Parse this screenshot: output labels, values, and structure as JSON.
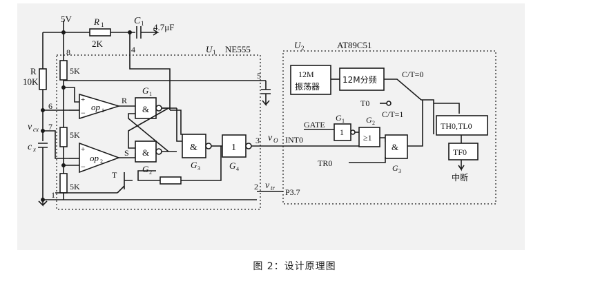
{
  "caption": "图 2：设计原理图",
  "circuit": {
    "supply": "5V",
    "R1_name": "R",
    "R1_sub": "1",
    "R1_value": "2K",
    "C1_name": "C",
    "C1_sub": "1",
    "C1_value": "4.7μF",
    "R_name": "R",
    "R_value": "10K",
    "vcx_main": "v",
    "vcx_sub": "cx",
    "cx_main": "c",
    "cx_sub": "x",
    "divider": [
      "5K",
      "5K",
      "5K"
    ],
    "u1_label": "U",
    "u1_sub": "1",
    "u1_part": "NE555",
    "u2_label": "U",
    "u2_sub": "2",
    "u2_part": "AT89C51",
    "pins": [
      "8",
      "4",
      "5",
      "6",
      "7",
      "3",
      "2",
      "1"
    ],
    "op1_main": "op",
    "op1_sub": "1",
    "op2_main": "op",
    "op2_sub": "2",
    "plus": "+",
    "minus": "−",
    "R_pin": "R",
    "S_pin": "S",
    "T_pin": "T",
    "g1_main": "G",
    "g1_sub": "1",
    "g2_main": "G",
    "g2_sub": "2",
    "g3_main": "G",
    "g3_sub": "3",
    "g4_main": "G",
    "g4_sub": "4",
    "and_sym": "&",
    "not_sym": "1",
    "or_sym": "≥1",
    "vo_main": "v",
    "vo_sub": "O",
    "vtr_main": "v",
    "vtr_sub": "tr",
    "int0": "INT0",
    "p37": "P3.7",
    "osc_line1": "12M",
    "osc_line2": "振荡器",
    "div_box": "12M分频",
    "ct0": "C/T=0",
    "ct1": "C/T=1",
    "t0": "T0",
    "gate": "GATE",
    "tr0": "TR0",
    "th": "TH0,TL0",
    "tf0": "TF0",
    "interrupt": "中断"
  }
}
